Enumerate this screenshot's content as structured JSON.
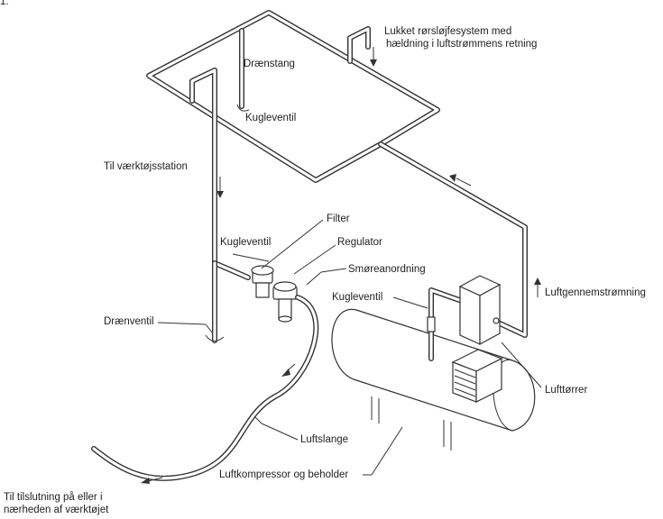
{
  "labels": {
    "corner": "1.",
    "closed_loop_line1": "Lukket rørsløjfesystem med",
    "closed_loop_line2": "hældning i luftstrømmens retning",
    "drain_leg": "Drænstang",
    "ball_valve_top": "Kugleventil",
    "to_tool_station": "Til værktøjsstation",
    "filter": "Filter",
    "ball_valve_mid": "Kugleventil",
    "regulator": "Regulator",
    "lubricator": "Smøreanordning",
    "ball_valve_tank": "Kugleventil",
    "airflow": "Luftgennemstrømning",
    "drain_valve": "Drænventil",
    "air_dryer": "Lufttørrer",
    "air_hose": "Luftslange",
    "compressor": "Luftkompressor og beholder",
    "tool_connection_line1": "Til tilslutning på eller i",
    "tool_connection_line2": "nærheden af værktøjet"
  },
  "colors": {
    "line": "#333333",
    "text": "#222222",
    "background": "#ffffff"
  }
}
